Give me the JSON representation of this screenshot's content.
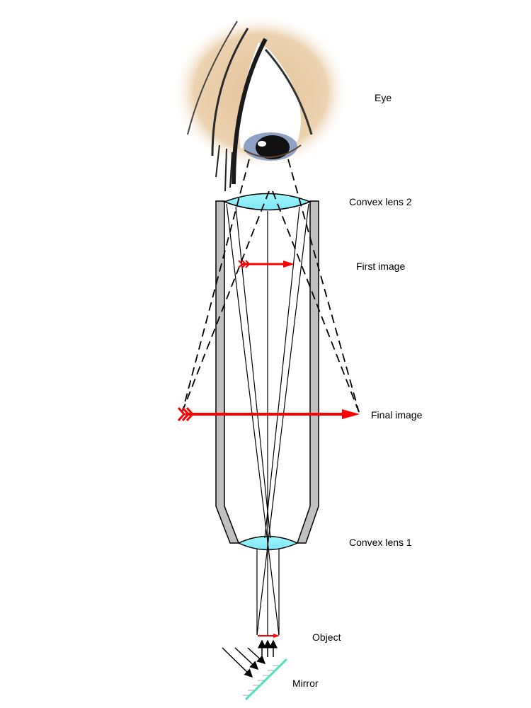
{
  "labels": {
    "eye": "Eye",
    "lens2": "Convex lens 2",
    "first_image": "First image",
    "final_image": "Final image",
    "lens1": "Convex lens 1",
    "object": "Object",
    "mirror": "Mirror"
  },
  "colors": {
    "lens": "#8ef0fa",
    "tube": "#c0c0c0",
    "image_arrow": "#ff0000",
    "mirror": "#55e0c0",
    "skin": "#e8c9a0"
  }
}
